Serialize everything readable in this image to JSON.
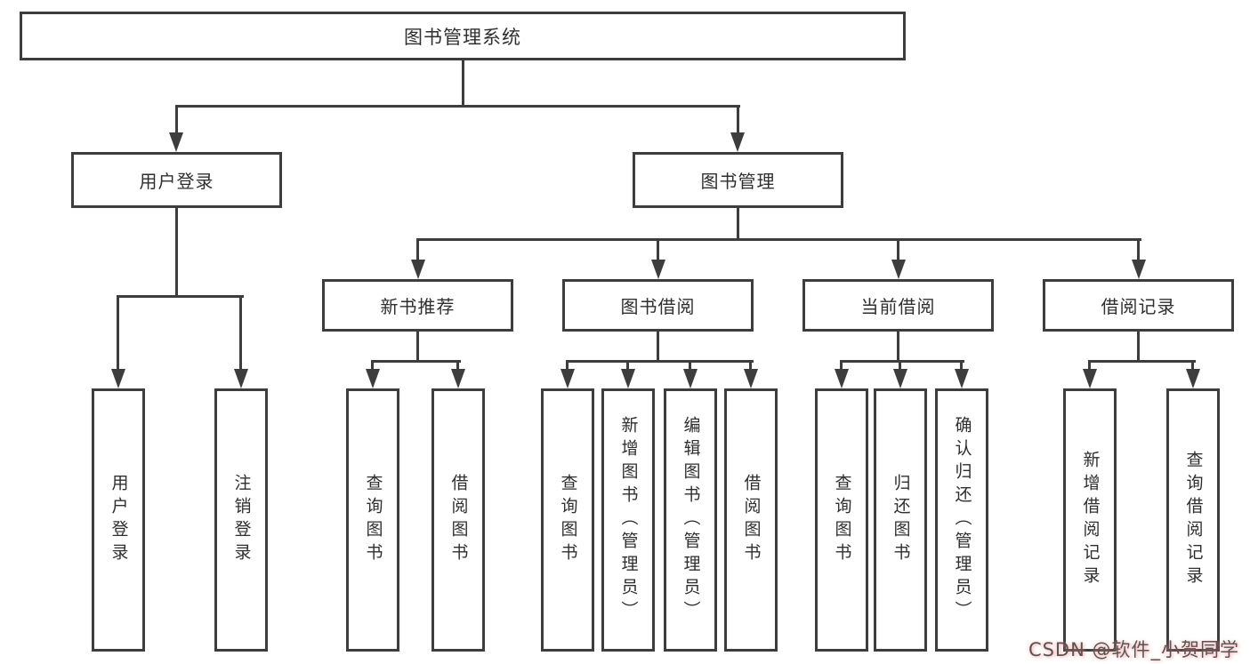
{
  "tree": {
    "label": "图书管理系统",
    "children": [
      {
        "label": "用户登录",
        "children": [
          {
            "label": "用户登录"
          },
          {
            "label": "注销登录"
          }
        ]
      },
      {
        "label": "图书管理",
        "children": [
          {
            "label": "新书推荐",
            "children": [
              {
                "label": "查询图书"
              },
              {
                "label": "借阅图书"
              }
            ]
          },
          {
            "label": "图书借阅",
            "children": [
              {
                "label": "查询图书"
              },
              {
                "label": "新增图书（管理员）"
              },
              {
                "label": "编辑图书（管理员）"
              },
              {
                "label": "借阅图书"
              }
            ]
          },
          {
            "label": "当前借阅",
            "children": [
              {
                "label": "查询图书"
              },
              {
                "label": "归还图书"
              },
              {
                "label": "确认归还（管理员）"
              }
            ]
          },
          {
            "label": "借阅记录",
            "children": [
              {
                "label": "新增借阅记录"
              },
              {
                "label": "查询借阅记录"
              }
            ]
          }
        ]
      }
    ]
  },
  "watermark": {
    "label": "CSDN @软件_小贺同学"
  },
  "colors": {
    "line": "#3d3d3d",
    "text": "#2f2f2f",
    "background": "#ffffff",
    "watermark_gray": "#565656",
    "watermark_glow": "#ff8282"
  }
}
